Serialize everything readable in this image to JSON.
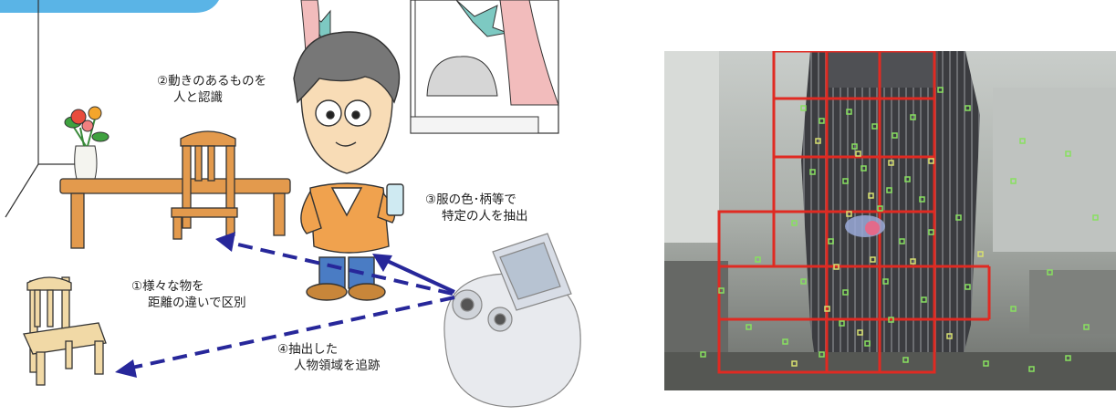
{
  "steps": [
    {
      "line1": "②動きのあるものを",
      "line2": "人と認識"
    },
    {
      "line1": "③服の色･柄等で",
      "line2": "特定の人を抽出"
    },
    {
      "line1": "①様々な物を",
      "line2": "距離の違いで区別"
    },
    {
      "line1": "④抽出した",
      "line2": "人物領域を追跡"
    }
  ],
  "colors": {
    "header_tab": "#5ab4e6",
    "arrow": "#27279a",
    "grid_red": "#e02a22",
    "feature_green": "#88e060"
  }
}
